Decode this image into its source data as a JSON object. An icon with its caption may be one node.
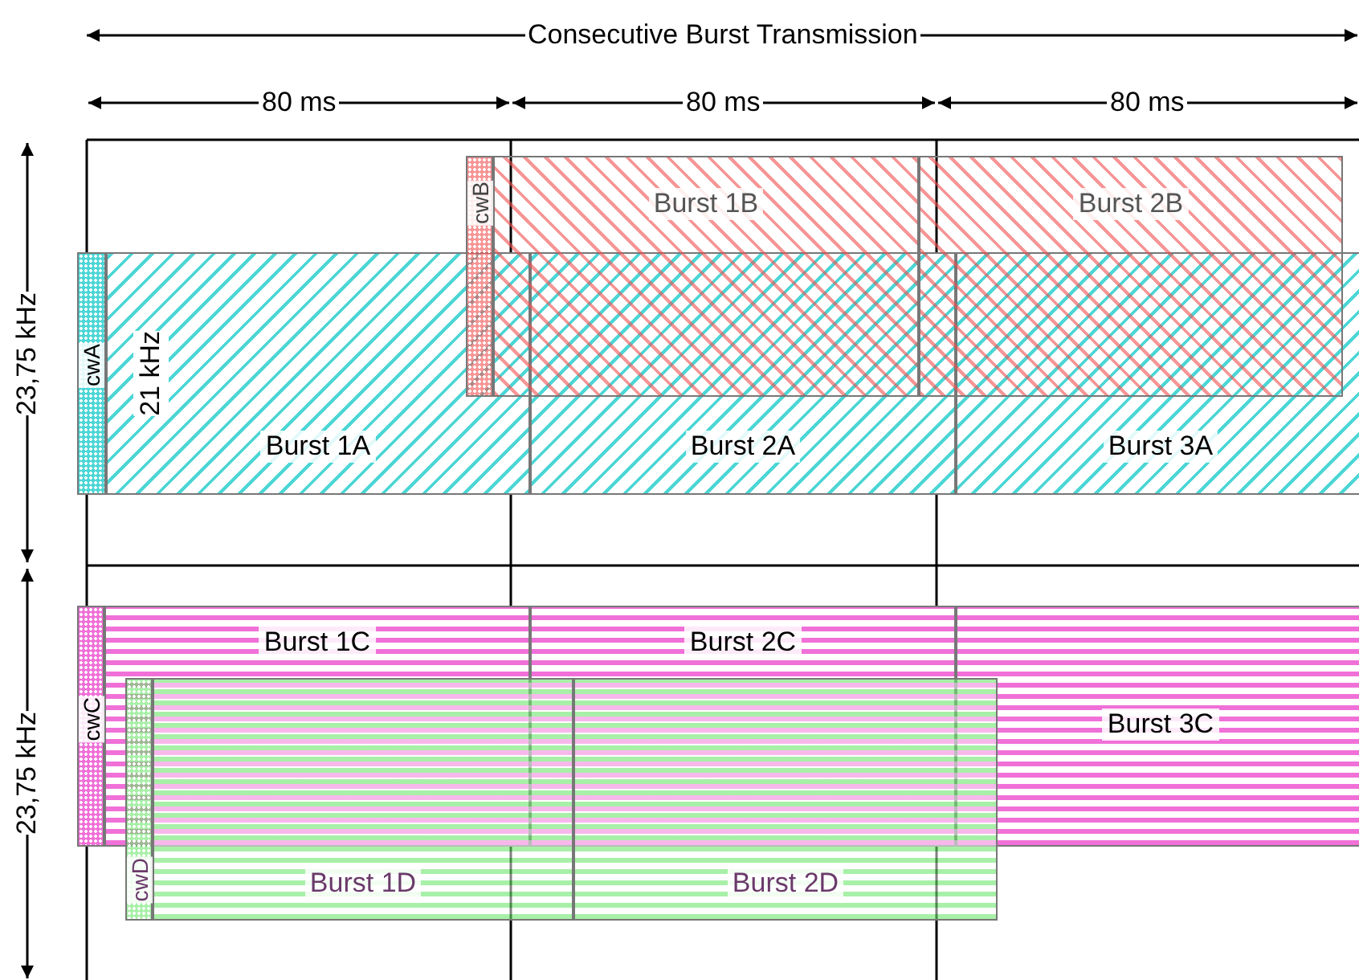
{
  "diagram": {
    "nodes": [
      {
        "text": [
          "cwA"
        ]
      },
      {
        "text": [
          "Burst 1A"
        ]
      },
      {
        "text": [
          "Burst 2A"
        ]
      },
      {
        "text": [
          "Burst 3A"
        ]
      },
      {
        "text": [
          "cwB"
        ]
      },
      {
        "text": [
          "Burst 1B"
        ]
      },
      {
        "text": [
          "Burst 2B"
        ]
      },
      {
        "text": [
          "cwC"
        ]
      },
      {
        "text": [
          "Burst 1C"
        ]
      },
      {
        "text": [
          "Burst 2C"
        ]
      },
      {
        "text": [
          "Burst 3C"
        ]
      },
      {
        "text": [
          "cwD"
        ]
      },
      {
        "text": [
          "Burst 1D"
        ]
      },
      {
        "text": [
          "Burst 2D"
        ]
      }
    ],
    "labels": [
      "Consecutive Burst Transmission",
      "80 ms",
      "80 ms",
      "80 ms",
      "23,75 kHz",
      "21 kHz",
      "23,75 kHz"
    ]
  }
}
